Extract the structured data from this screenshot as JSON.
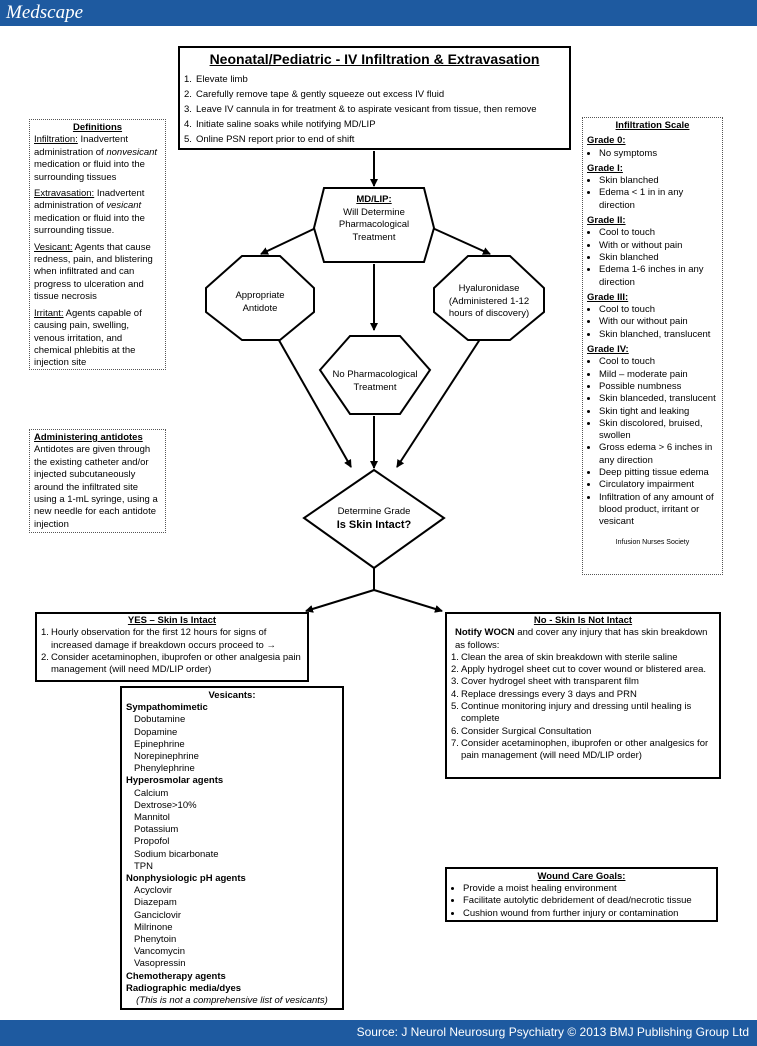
{
  "header": {
    "logo": "Medscape"
  },
  "footer": {
    "source": "Source: J Neurol Neurosurg Psychiatry © 2013 BMJ Publishing Group Ltd"
  },
  "main": {
    "title": "Neonatal/Pediatric - IV Infiltration & Extravasation",
    "steps": [
      {
        "n": "1.",
        "t": "Elevate limb"
      },
      {
        "n": "2.",
        "t": "Carefully remove tape & gently squeeze out excess IV fluid"
      },
      {
        "n": "3.",
        "t": "Leave IV cannula in for treatment & to aspirate vesicant from tissue, then remove"
      },
      {
        "n": "4.",
        "t": "Initiate saline soaks while notifying MD/LIP"
      },
      {
        "n": "5.",
        "t": "Online PSN report prior to end of shift"
      }
    ]
  },
  "definitions": {
    "title": "Definitions",
    "infiltration_term": "Infiltration:",
    "infiltration_a": " Inadvertent administration of ",
    "infiltration_em": "nonvesicant",
    "infiltration_b": " medication or fluid into the surrounding tissues",
    "extravasation_term": "Extravasation:",
    "extravasation_a": " Inadvertent administration of ",
    "extravasation_em": "vesicant",
    "extravasation_b": " medication or fluid into the surrounding tissue.",
    "vesicant_term": "Vesicant:",
    "vesicant_text": " Agents that cause redness, pain, and blistering when infiltrated and can progress to ulceration and tissue necrosis",
    "irritant_term": "Irritant:",
    "irritant_text": " Agents capable of causing pain, swelling, venous irritation, and chemical phlebitis at the injection site"
  },
  "antidotes": {
    "title": "Administering antidotes",
    "text": "Antidotes are given through the existing catheter and/or injected subcutaneously around the infiltrated site using a 1-mL syringe, using a new needle for each antidote injection"
  },
  "flow": {
    "mdlip_title": "MD/LIP:",
    "mdlip_text": "Will Determine Pharmacological Treatment",
    "antidote": "Appropriate Antidote",
    "hyaluronidase": "Hyaluronidase (Administered 1-12 hours of discovery)",
    "no_pharm": "No Pharmacological Treatment",
    "grade_line1": "Determine Grade",
    "grade_line2": "Is Skin Intact?"
  },
  "scale": {
    "title": "Infiltration Scale",
    "grades": [
      {
        "label": "Grade 0:",
        "items": [
          "No symptoms"
        ]
      },
      {
        "label": "Grade I:",
        "items": [
          "Skin blanched",
          "Edema < 1 in in any direction"
        ]
      },
      {
        "label": "Grade II:",
        "items": [
          "Cool to touch",
          "With or without pain",
          "Skin blanched",
          "Edema 1-6 inches in any direction"
        ]
      },
      {
        "label": "Grade III:",
        "items": [
          "Cool to touch",
          "With our without pain",
          "Skin blanched, translucent"
        ]
      },
      {
        "label": "Grade IV:",
        "items": [
          "Cool to touch",
          "Mild – moderate pain",
          "Possible numbness",
          "Skin blanceded, translucent",
          "Skin tight and leaking",
          "Skin discolored, bruised, swollen",
          "Gross edema > 6 inches in any direction",
          "Deep pitting tissue edema",
          "Circulatory impairment",
          "Infiltration of any amount of blood product, irritant or vesicant"
        ]
      }
    ],
    "credit": "Infusion Nurses Society"
  },
  "yes_box": {
    "title": "YES – Skin Is Intact",
    "items": [
      {
        "n": "1.",
        "t": "Hourly observation for the first 12 hours for signs of increased damage if breakdown occurs proceed to →"
      },
      {
        "n": "2.",
        "t": "Consider acetaminophen, ibuprofen or other analgesia pain management (will need MD/LIP order)"
      }
    ]
  },
  "no_box": {
    "title": "No - Skin Is Not Intact",
    "intro_bold": "Notify WOCN",
    "intro_rest": " and cover any injury that has skin breakdown as follows:",
    "items": [
      {
        "n": "1.",
        "t": "Clean the area of skin breakdown with sterile saline"
      },
      {
        "n": "2.",
        "t": "Apply hydrogel sheet cut to cover wound or blistered area."
      },
      {
        "n": "3.",
        "t": "Cover hydrogel sheet with transparent film"
      },
      {
        "n": "4.",
        "t": "Replace dressings every 3 days and PRN"
      },
      {
        "n": "5.",
        "t": "Continue monitoring injury and dressing until healing is complete"
      },
      {
        "n": "6.",
        "t": "Consider Surgical Consultation"
      },
      {
        "n": "7.",
        "t": "Consider acetaminophen, ibuprofen or other analgesics for pain management (will need MD/LIP order)"
      }
    ]
  },
  "vesicants": {
    "title": "Vesicants:",
    "groups": [
      {
        "name": "Sympathomimetic",
        "drugs": [
          "Dobutamine",
          "Dopamine",
          "Epinephrine",
          "Norepinephrine",
          "Phenylephrine"
        ]
      },
      {
        "name": "Hyperosmolar agents",
        "drugs": [
          "Calcium",
          "Dextrose>10%",
          "Mannitol",
          "Potassium",
          "Propofol",
          "Sodium bicarbonate",
          "TPN"
        ]
      },
      {
        "name": "Nonphysiologic pH agents",
        "drugs": [
          "Acyclovir",
          "Diazepam",
          "Ganciclovir",
          "Milrinone",
          "Phenytoin",
          "Vancomycin",
          "Vasopressin"
        ]
      },
      {
        "name": "Chemotherapy agents",
        "drugs": []
      },
      {
        "name": "Radiographic media/dyes",
        "drugs": []
      }
    ],
    "note": "(This is not a comprehensive list of vesicants)"
  },
  "wound": {
    "title": "Wound Care Goals:",
    "items": [
      "Provide a moist healing environment",
      "Facilitate autolytic debridement of dead/necrotic tissue",
      "Cushion wound from further injury or contamination"
    ]
  }
}
